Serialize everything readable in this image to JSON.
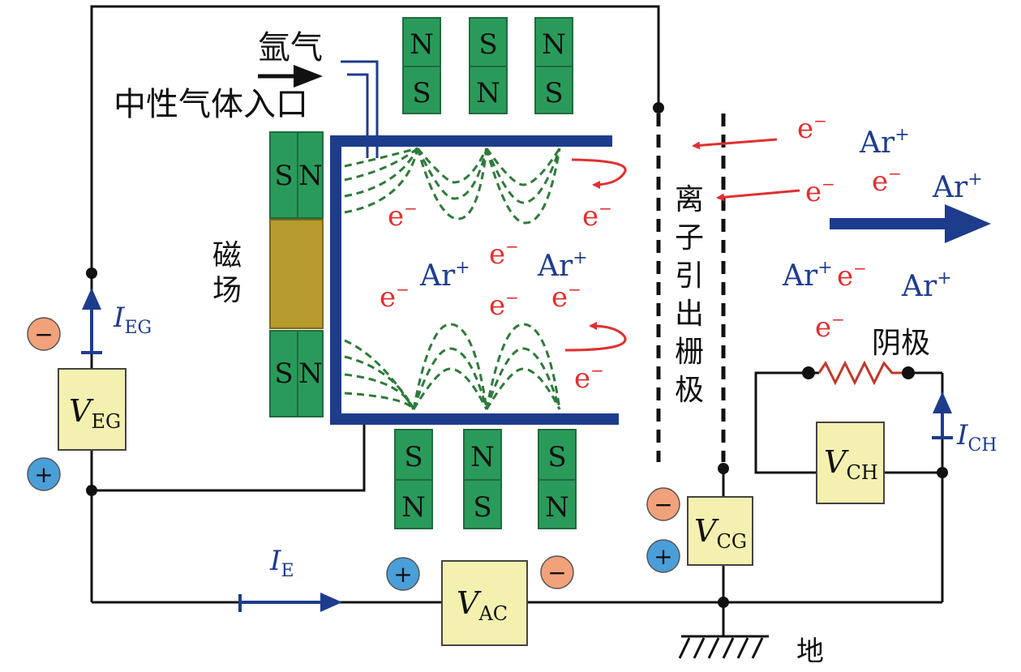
{
  "gas_label_argon": "氩气",
  "gas_label_inlet": "中性气体入口",
  "magnetic_field_label_1": "磁",
  "magnetic_field_label_2": "场",
  "grid_label": [
    "离",
    "子",
    "引",
    "出",
    "栅",
    "极"
  ],
  "cathode_label": "阴极",
  "ground_label": "地",
  "top_magnets": [
    {
      "upper": "N",
      "lower": "S"
    },
    {
      "upper": "S",
      "lower": "N"
    },
    {
      "upper": "N",
      "lower": "S"
    }
  ],
  "bottom_magnets": [
    {
      "upper": "S",
      "lower": "N"
    },
    {
      "upper": "N",
      "lower": "S"
    },
    {
      "upper": "S",
      "lower": "N"
    }
  ],
  "left_magnet_top": {
    "left": "S",
    "right": "N"
  },
  "left_magnet_bottom": {
    "left": "S",
    "right": "N"
  },
  "electron": {
    "symbol": "e",
    "sup": "−"
  },
  "ion": {
    "symbol": "Ar",
    "sup": "+"
  },
  "sources": {
    "veg": {
      "main": "V",
      "sub": "EG"
    },
    "vac": {
      "main": "V",
      "sub": "AC"
    },
    "vcg": {
      "main": "V",
      "sub": "CG"
    },
    "vch": {
      "main": "V",
      "sub": "CH"
    }
  },
  "currents": {
    "ieg": {
      "main": "I",
      "sub": "EG"
    },
    "ie": {
      "main": "I",
      "sub": "E"
    },
    "ich": {
      "main": "I",
      "sub": "CH"
    }
  },
  "polarity": {
    "minus": "−",
    "plus": "+"
  },
  "colors": {
    "magnet_green": "#2a9a5a",
    "magnet_border": "#1f6b3f",
    "magnet_core": "#b59a2e",
    "source_fill": "#f4f0b0",
    "chamber_blue": "#1e3c8c",
    "electron_red": "#e03030",
    "ion_blue": "#1e3c8c",
    "field_green": "#2f7a3a",
    "minus_orange": "#f2a27a",
    "plus_blue": "#4a9fd8"
  }
}
